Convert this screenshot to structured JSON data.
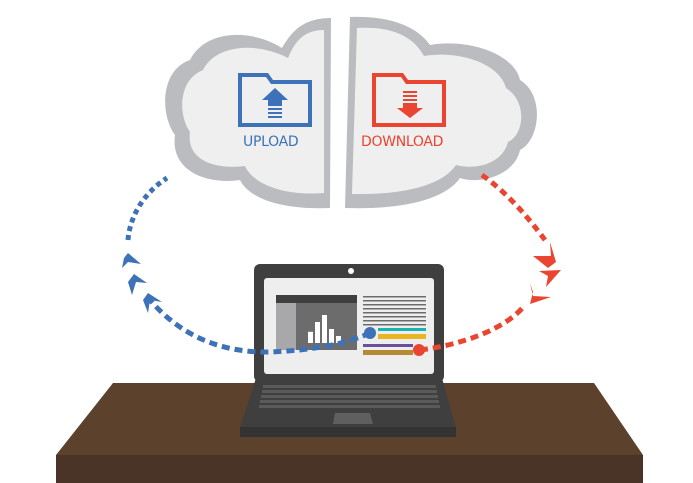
{
  "illustration": {
    "upload": {
      "label": "UPLOAD",
      "icon": "folder-upload-icon",
      "color": "#3d72b8"
    },
    "download": {
      "label": "DOWNLOAD",
      "icon": "folder-download-icon",
      "color": "#ea4530"
    },
    "screen": {
      "chart_bars": [
        0.4,
        0.75,
        1.0,
        0.5,
        0.25
      ],
      "legend_colors": [
        "#19b3b1",
        "#eab522",
        "#6a4fa0",
        "#b58a35"
      ]
    },
    "colors": {
      "cloud_fill": "#efefef",
      "cloud_border": "#bbbcbf",
      "laptop": "#3f3f3f",
      "desk_top": "#5c412d",
      "desk_front": "#4a3327"
    }
  }
}
